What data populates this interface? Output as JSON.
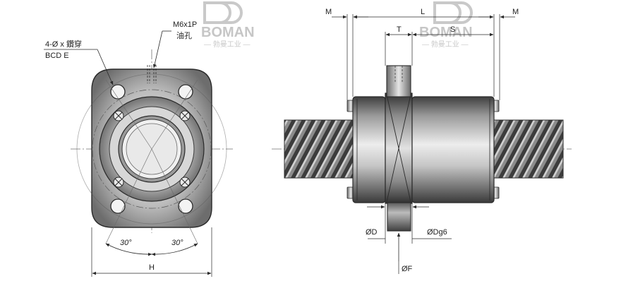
{
  "watermark": {
    "brand": "BOMAN",
    "subtitle": "— 勃曼工业 —",
    "color": "#b9b9b9"
  },
  "left_view": {
    "hole_spec": "4-Ø x 鑽穿",
    "bcd": "BCD E",
    "oil_thread": "M6x1P",
    "oil_hole": "油孔",
    "angle_left": "30°",
    "angle_right": "30°",
    "width_dim": "H"
  },
  "right_view": {
    "dim_m_left": "M",
    "dim_m_right": "M",
    "dim_l": "L",
    "dim_t": "T",
    "dim_s": "S",
    "dia_d": "ØD",
    "dia_dg6": "ØDg6",
    "dia_f": "ØF"
  },
  "colors": {
    "line": "#2a2a2a",
    "body_dark": "#4a4a4a",
    "body_light": "#dcdcdc",
    "center": "#6f6f6f"
  }
}
